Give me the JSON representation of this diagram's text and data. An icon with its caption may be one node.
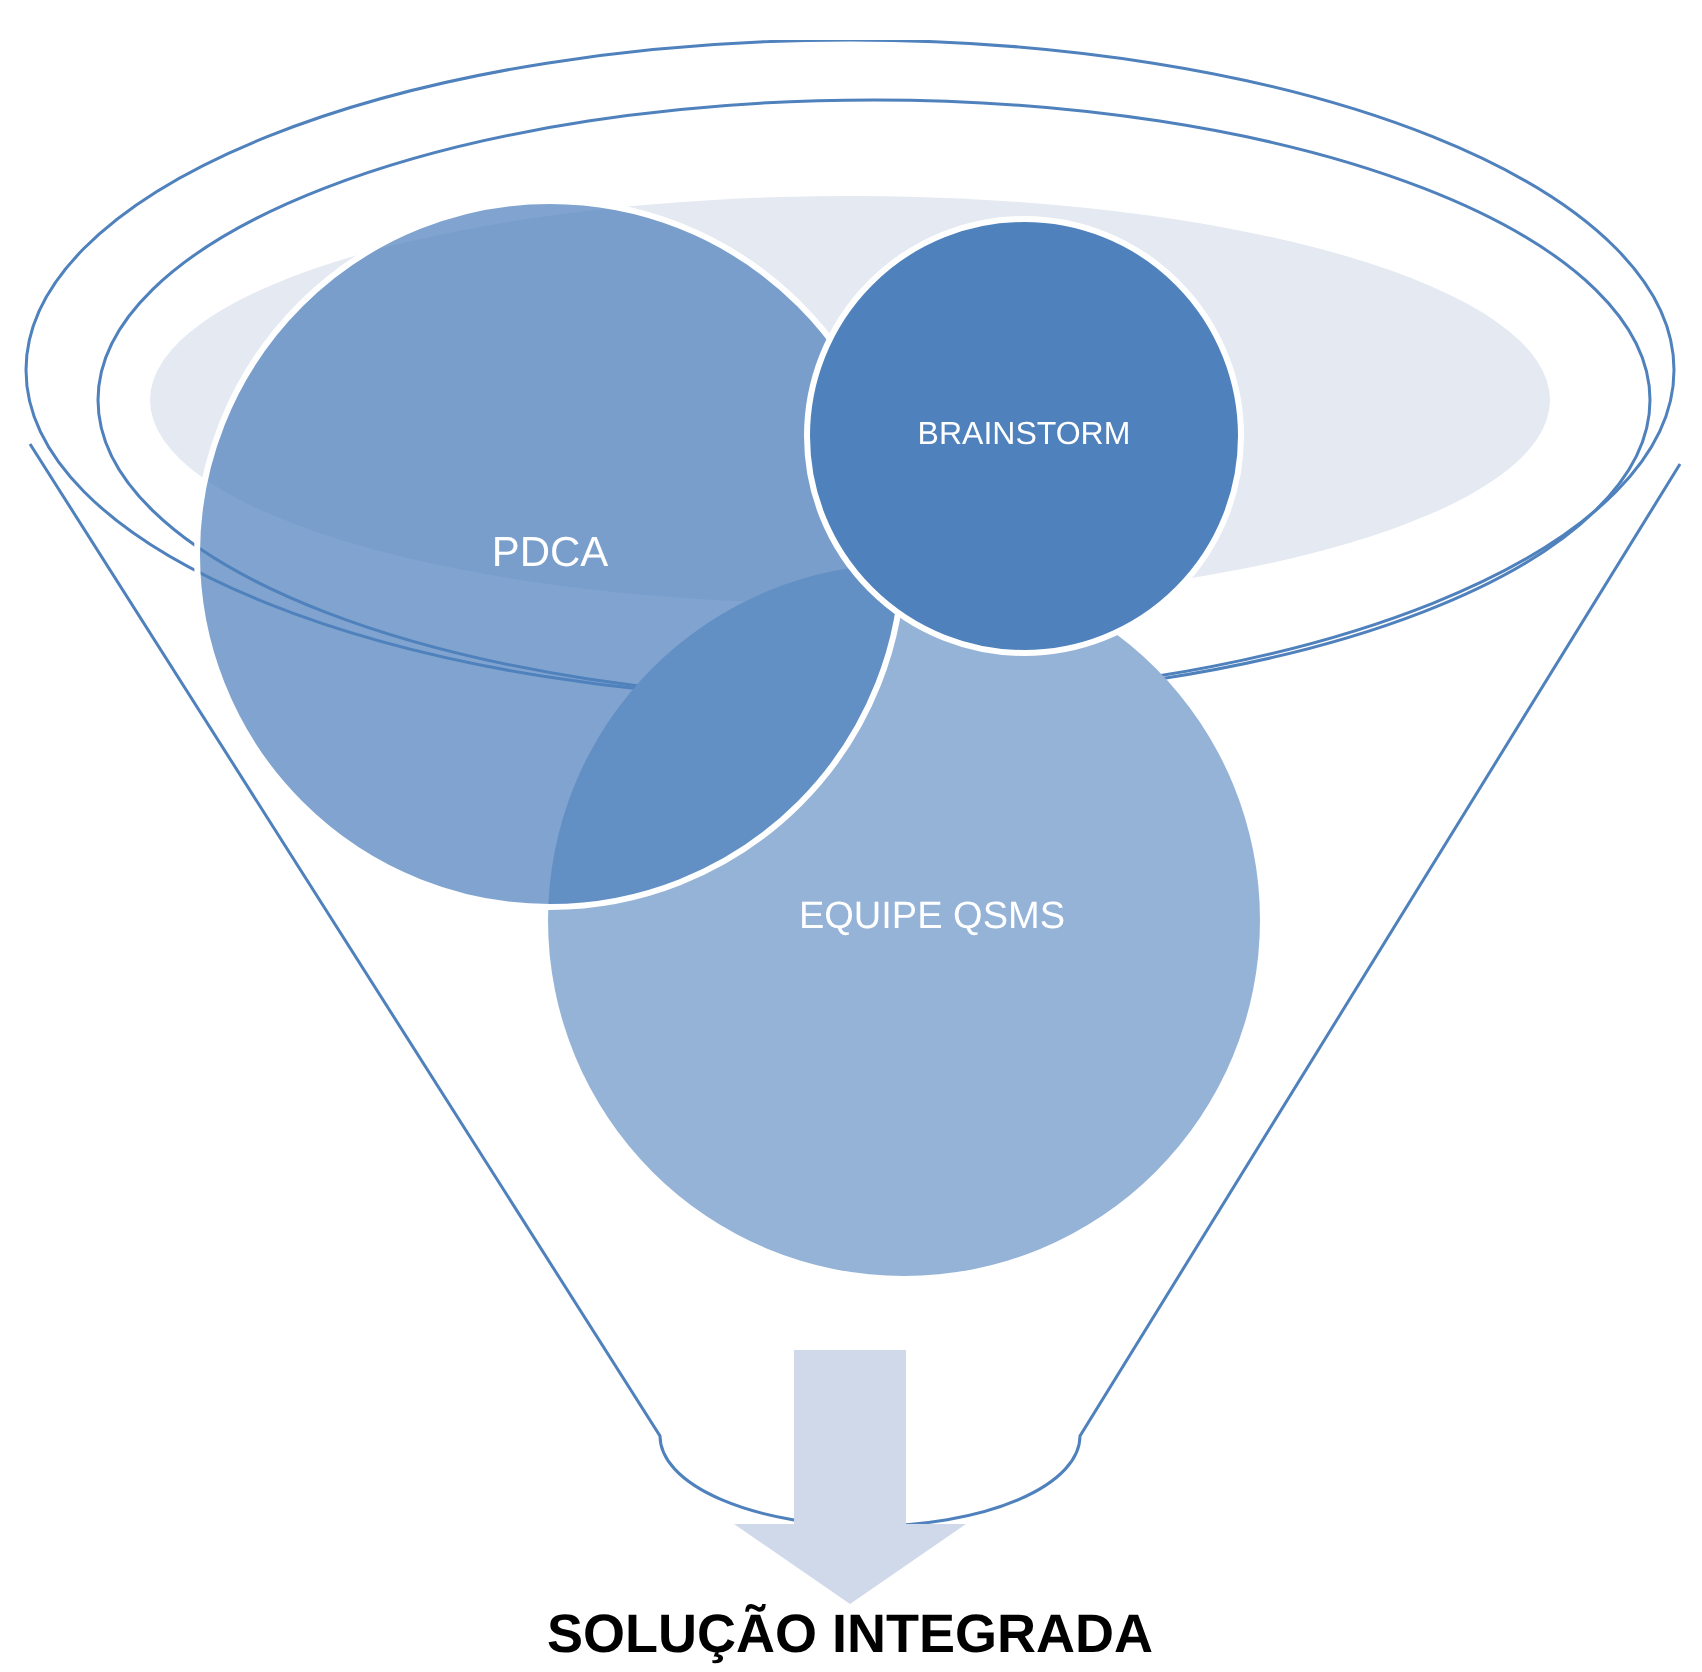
{
  "diagram": {
    "nodes": [
      {
        "text": [],
        "shape": "funnel"
      },
      {
        "text": [
          "EQUIPE QSMS"
        ],
        "in": 0
      },
      {
        "text": [
          "PDCA"
        ],
        "in": 0
      },
      {
        "text": [
          "BRAINSTORM"
        ],
        "in": 0
      },
      {
        "text": [
          "SOLUÇÃO INTEGRADA"
        ]
      }
    ],
    "edges": [
      {
        "from": 0,
        "to": 4,
        "arrow": "to"
      }
    ]
  }
}
